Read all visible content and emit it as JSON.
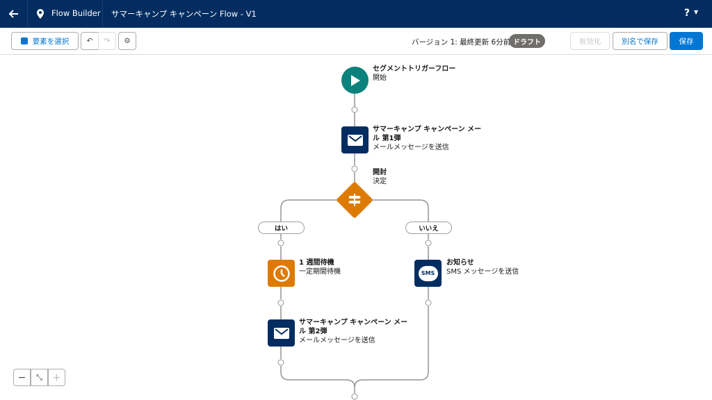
{
  "header": {
    "app": "Flow Builder",
    "title": "サマーキャンプ キャンペーン Flow - V1",
    "help": "?"
  },
  "toolbar": {
    "select_elements": "要素を選択",
    "version_text": "バージョン 1: 最終更新 6分前",
    "status_badge": "ドラフト",
    "activate": "有効化",
    "save_as": "別名で保存",
    "save": "保存"
  },
  "colors": {
    "header": "#032d60",
    "brand": "#0176d3",
    "start": "#0b827c",
    "orange": "#dd7a01",
    "navy": "#032d60"
  },
  "nodes": {
    "start": {
      "title": "セグメントトリガーフロー",
      "subtitle": "開始"
    },
    "email1": {
      "title": "サマーキャンプ キャンペーン メール 第1弾",
      "subtitle": "メールメッセージを送信"
    },
    "decision": {
      "title": "開封",
      "subtitle": "決定"
    },
    "wait": {
      "title": "1 週間待機",
      "subtitle": "一定期間待機"
    },
    "sms": {
      "title": "お知らせ",
      "subtitle": "SMS メッセージを送信",
      "icon_text": "SMS"
    },
    "email2": {
      "title": "サマーキャンプ キャンペーン メール 第2弾",
      "subtitle": "メールメッセージを送信"
    }
  },
  "branches": {
    "yes": "はい",
    "no": "いいえ"
  },
  "zoom": {
    "out": "−",
    "fit": "⤡",
    "in": "+"
  }
}
